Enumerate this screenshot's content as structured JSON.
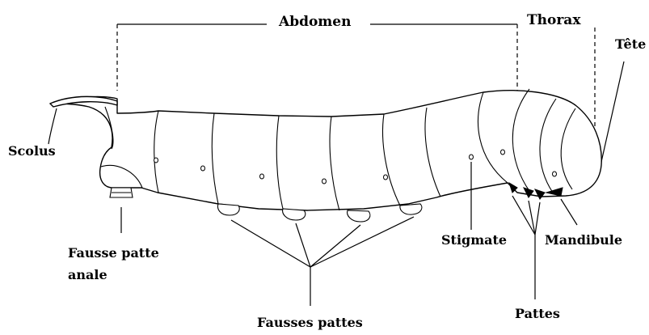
{
  "labels": {
    "abdomen": "Abdomen",
    "thorax": "Thorax",
    "tete": "Tête",
    "scolus": "Scolus",
    "fausse_patte_anale_line1": "Fausse patte",
    "fausse_patte_anale_line2": "anale",
    "fausses_pattes": "Fausses pattes",
    "stigmate": "Stigmate",
    "mandibule": "Mandibule",
    "pattes": "Pattes"
  }
}
